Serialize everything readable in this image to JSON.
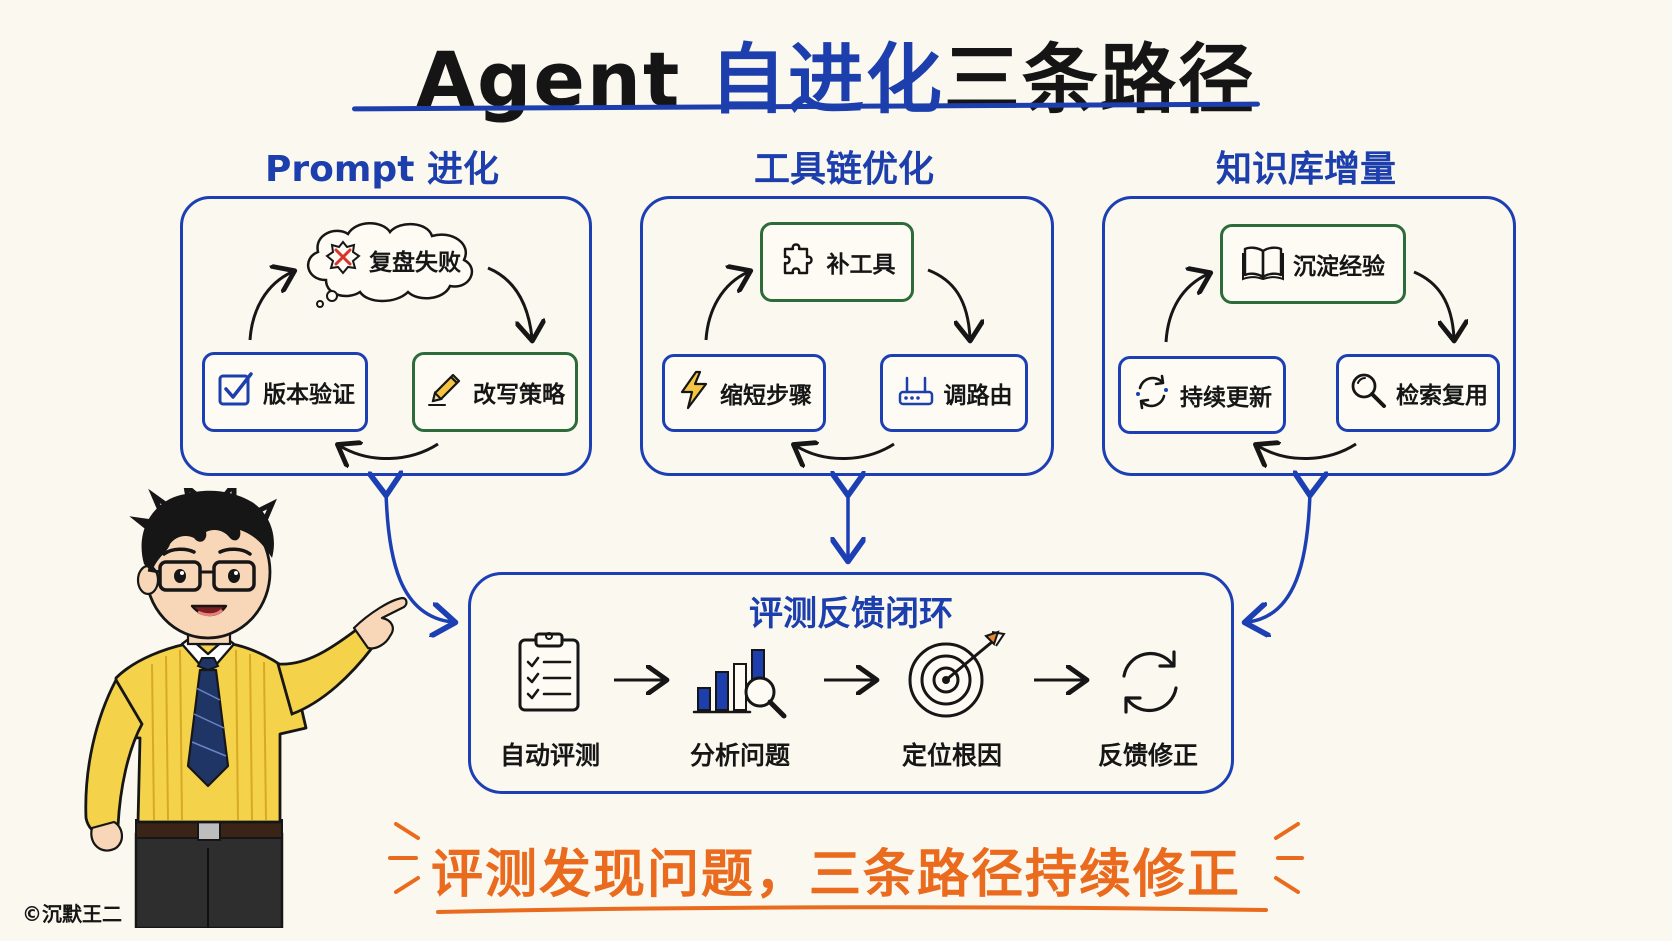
{
  "title": {
    "latin": "Agent",
    "blue": "自进化",
    "black": "三条路径"
  },
  "columns": [
    {
      "title": "Prompt 进化",
      "top": {
        "label": "复盘失败",
        "icon": "thought-cloud-x-icon"
      },
      "right": {
        "label": "改写策略",
        "icon": "pencil-icon"
      },
      "left": {
        "label": "版本验证",
        "icon": "checkbox-icon"
      }
    },
    {
      "title": "工具链优化",
      "top": {
        "label": "补工具",
        "icon": "puzzle-icon"
      },
      "right": {
        "label": "调路由",
        "icon": "router-icon"
      },
      "left": {
        "label": "缩短步骤",
        "icon": "lightning-icon"
      }
    },
    {
      "title": "知识库增量",
      "top": {
        "label": "沉淀经验",
        "icon": "book-icon"
      },
      "right": {
        "label": "检索复用",
        "icon": "magnifier-icon"
      },
      "left": {
        "label": "持续更新",
        "icon": "refresh-dots-icon"
      }
    }
  ],
  "eval_loop": {
    "title": "评测反馈闭环",
    "steps": [
      {
        "label": "自动评测",
        "icon": "clipboard-checklist-icon"
      },
      {
        "label": "分析问题",
        "icon": "bar-chart-magnifier-icon"
      },
      {
        "label": "定位根因",
        "icon": "target-arrow-icon"
      },
      {
        "label": "反馈修正",
        "icon": "cycle-arrows-icon"
      }
    ]
  },
  "bottom_text": "评测发现问题，三条路径持续修正",
  "credit": "©沉默王二",
  "colors": {
    "blue": "#1c3fad",
    "green": "#2d6b3a",
    "orange": "#ea6a1e",
    "background": "#fbf8ef"
  }
}
